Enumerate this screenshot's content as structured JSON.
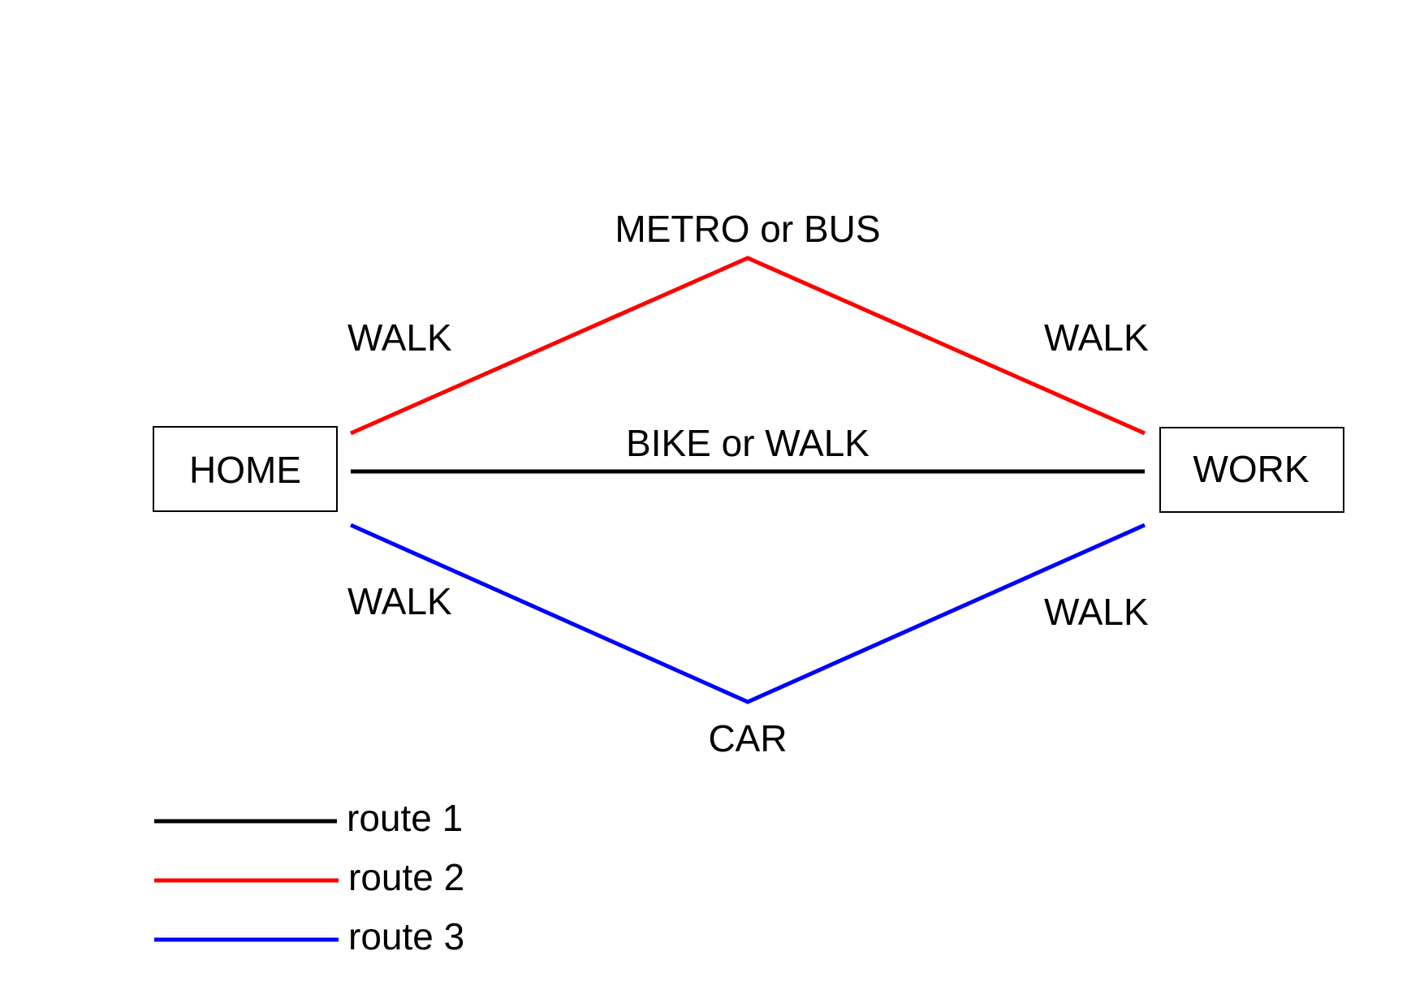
{
  "nodes": {
    "home": "HOME",
    "work": "WORK"
  },
  "segments": {
    "route2_mode": "METRO or BUS",
    "route2_walk_left": "WALK",
    "route2_walk_right": "WALK",
    "route1_mode": "BIKE or WALK",
    "route3_walk_left": "WALK",
    "route3_walk_right": "WALK",
    "route3_mode": "CAR"
  },
  "legend": [
    {
      "label": "route 1",
      "color": "#000000"
    },
    {
      "label": "route 2",
      "color": "#ff0000"
    },
    {
      "label": "route 3",
      "color": "#0000ff"
    }
  ]
}
